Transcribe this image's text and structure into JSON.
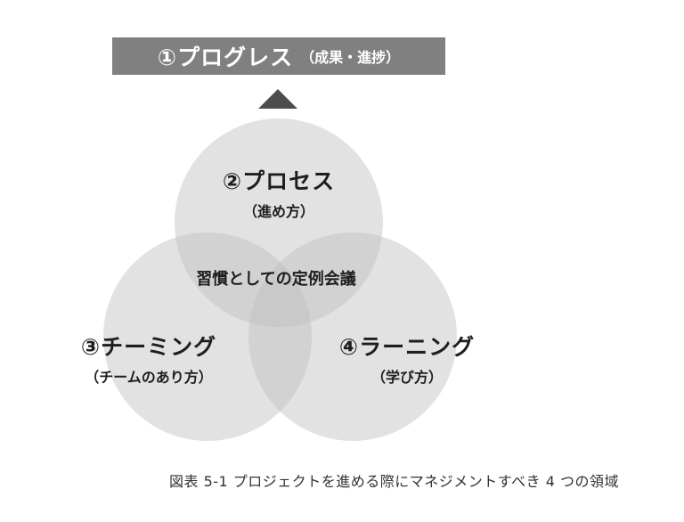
{
  "banner": {
    "main": "①プログレス",
    "sub": "（成果・進捗）"
  },
  "circles": {
    "process": {
      "main": "②プロセス",
      "sub": "（進め方）"
    },
    "teaming": {
      "main": "③チーミング",
      "sub": "（チームのあり方）"
    },
    "learning": {
      "main": "④ラーニング",
      "sub": "（学び方）"
    }
  },
  "center": "習慣としての定例会議",
  "caption": "図表 5-1 プロジェクトを進める際にマネジメントすべき 4 つの領域",
  "colors": {
    "banner_bg": "#808080",
    "circle_fill": "#bfbfbf",
    "arrow": "#4d4d4d"
  }
}
